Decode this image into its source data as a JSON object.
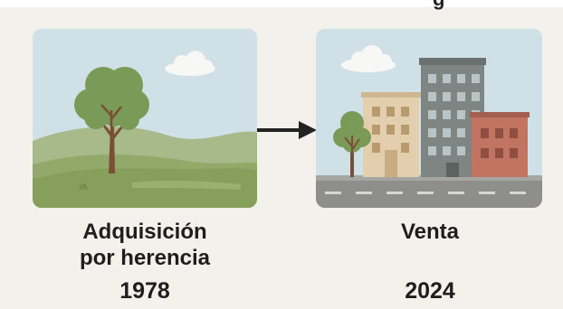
{
  "steps": [
    {
      "label_line1": "Adquisición",
      "label_line2": "por herencia",
      "year": "1978",
      "scene": "tree-meadow-illustration"
    },
    {
      "label": "Venta",
      "year": "2024",
      "scene": "city-buildings-illustration"
    }
  ],
  "connector": "arrow-right-icon",
  "colors": {
    "background": "#f3f1ec",
    "sky": "#cfe0e6",
    "grass": "#9aae72",
    "tree_leaves": "#7a9a58",
    "trunk": "#7a4f36",
    "road": "#8e8e8c",
    "building_beige": "#e3cfae",
    "building_gray": "#7e8582",
    "building_brick": "#c07461",
    "text": "#1e1e1e"
  }
}
